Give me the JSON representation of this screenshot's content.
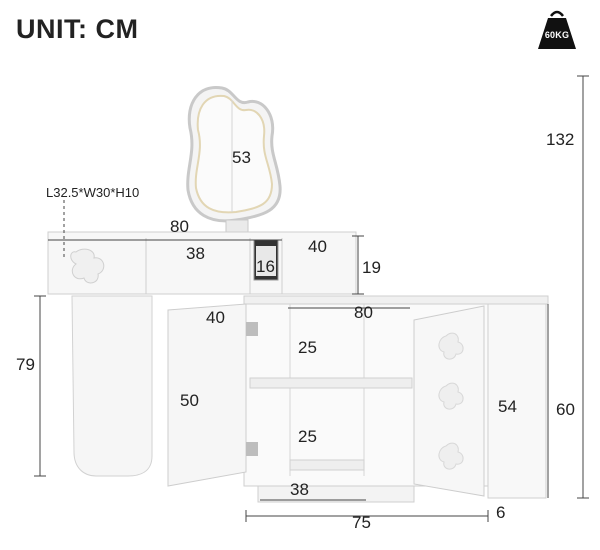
{
  "header": {
    "unit_label": "UNIT: CM",
    "weight_badge": "60KG"
  },
  "dimensions": {
    "mirror_height": "53",
    "total_height": "132",
    "drawer_box": "L32.5*W30*H10",
    "top_width": "80",
    "drawer_width_left": "38",
    "drawer_width_right": "40",
    "drawer_gap_height": "16",
    "drawer_height": "19",
    "desk_height": "79",
    "cabinet_top_width": "80",
    "door_width": "40",
    "shelf_upper": "25",
    "door_height": "50",
    "shelf_lower": "25",
    "side_height": "54",
    "cabinet_height": "60",
    "inner_width": "38",
    "cabinet_width": "75",
    "base_height": "6"
  }
}
